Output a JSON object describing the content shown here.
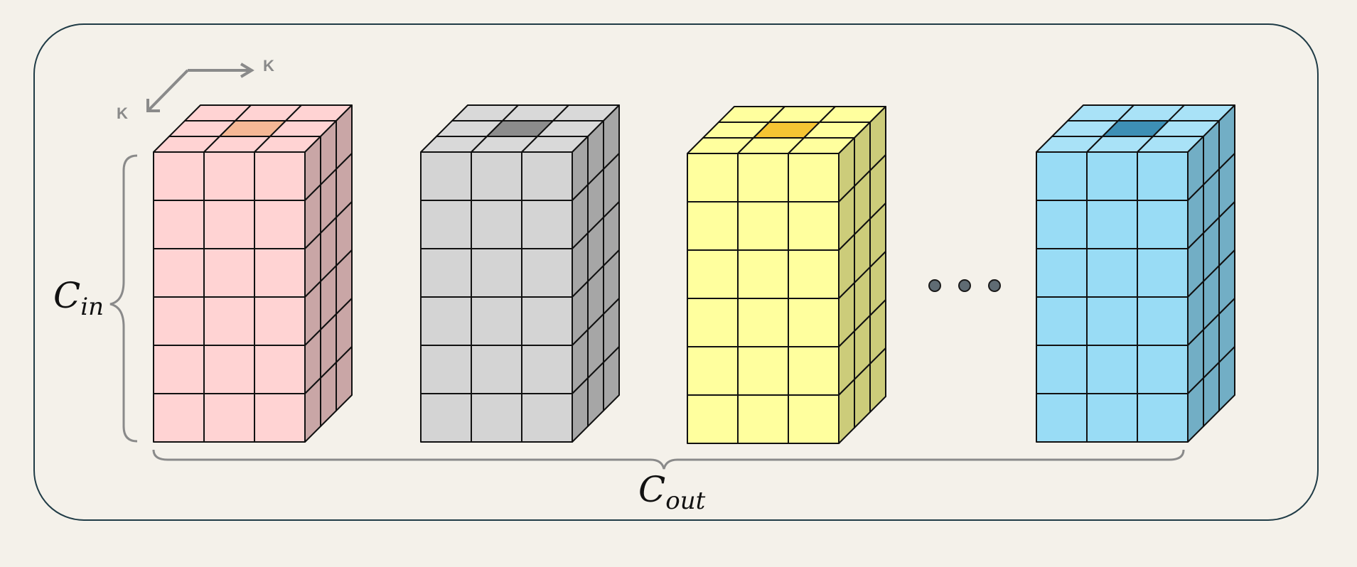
{
  "axis_labels": {
    "k_right": "K",
    "k_depth": "K"
  },
  "c_in": {
    "main": "C",
    "sub": "in"
  },
  "c_out": {
    "main": "C",
    "sub": "out"
  },
  "grid": {
    "columns": 3,
    "depth": 3,
    "rows": 6
  },
  "filters": [
    {
      "name": "filter-1",
      "front": "#ffd3d3",
      "top": "#ffd3d3",
      "side": "#c9a6a6",
      "highlight": "#f5b896"
    },
    {
      "name": "filter-2",
      "front": "#d4d4d4",
      "top": "#d9d9d9",
      "side": "#a6a6a6",
      "highlight": "#8c8c8c"
    },
    {
      "name": "filter-3",
      "front": "#ffff9e",
      "top": "#ffff9e",
      "side": "#cccc7a",
      "highlight": "#f5c533"
    },
    {
      "name": "filter-4",
      "front": "#99dcf5",
      "top": "#a9e2f7",
      "side": "#72aec5",
      "highlight": "#3d8fb5"
    }
  ],
  "colors": {
    "stroke": "#111111",
    "brace": "#8a8a8a",
    "dot_fill": "#5f6b73",
    "frame": "#1f3b46"
  }
}
